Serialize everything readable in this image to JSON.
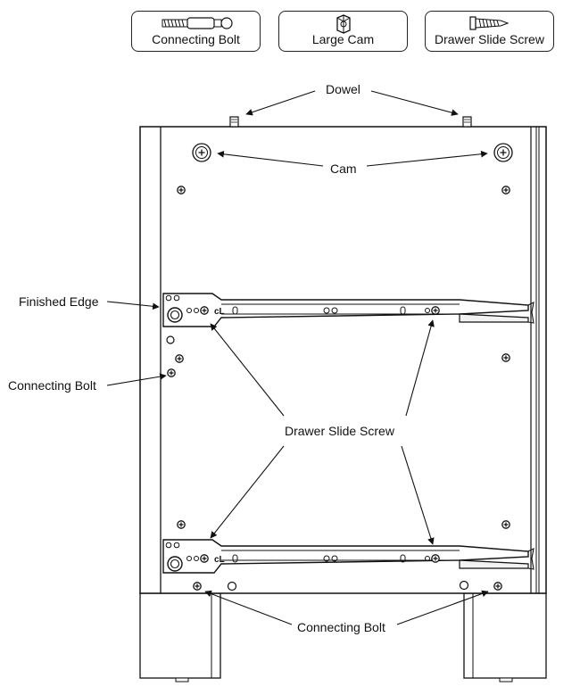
{
  "legend": {
    "items": [
      {
        "label": "Connecting Bolt",
        "icon": "connecting-bolt-icon"
      },
      {
        "label": "Large Cam",
        "icon": "large-cam-icon"
      },
      {
        "label": "Drawer Slide Screw",
        "icon": "drawer-slide-screw-icon"
      }
    ]
  },
  "callouts": {
    "dowel": "Dowel",
    "cam": "Cam",
    "finished_edge": "Finished Edge",
    "connecting_bolt_left": "Connecting Bolt",
    "drawer_slide_screw": "Drawer Slide Screw",
    "connecting_bolt_bottom": "Connecting Bolt"
  },
  "colors": {
    "line": "#111111",
    "fill": "#ffffff",
    "rail": "#f2f2f2"
  }
}
